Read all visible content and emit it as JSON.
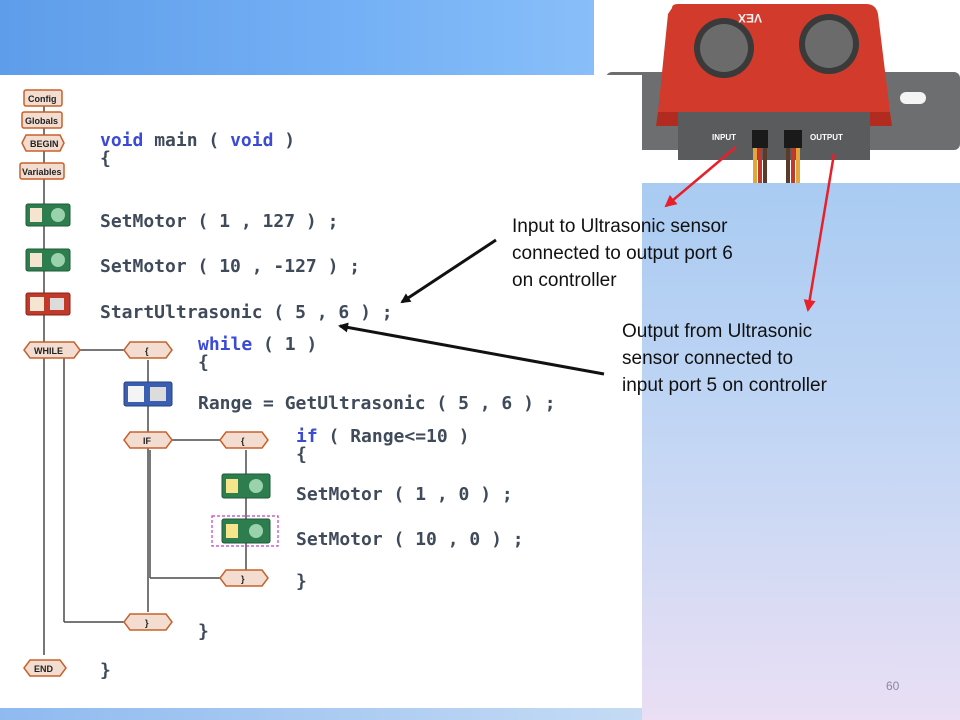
{
  "code": {
    "lines": [
      {
        "kw": "void",
        "text": " main ( ",
        "kw2": "void",
        "tail": " )"
      },
      {
        "text": "{"
      },
      {
        "text": "SetMotor ( 1 , 127 ) ;"
      },
      {
        "text": "SetMotor ( 10 , -127 ) ;"
      },
      {
        "text": "StartUltrasonic ( 5 , 6 ) ;"
      },
      {
        "kw": "while",
        "text": " ( 1 )"
      },
      {
        "text": "{"
      },
      {
        "text": "Range = GetUltrasonic ( 5 , 6 ) ;"
      },
      {
        "kw": "if",
        "text": " ( Range<=10 )"
      },
      {
        "text": "{"
      },
      {
        "text": "SetMotor ( 1 , 0 ) ;"
      },
      {
        "text": "SetMotor ( 10 , 0 ) ;"
      },
      {
        "text": "}"
      },
      {
        "text": "}"
      },
      {
        "text": "}"
      }
    ]
  },
  "flowchart": {
    "blocks": [
      "Config",
      "Globals",
      "BEGIN",
      "Variables",
      "WHILE",
      "{",
      "IF",
      "{",
      "}",
      "}",
      "END"
    ]
  },
  "sensor": {
    "brand": "VEX",
    "input_label": "INPUT",
    "output_label": "OUTPUT"
  },
  "callouts": {
    "input": [
      "Input to Ultrasonic sensor",
      "connected to output port 6",
      "on controller"
    ],
    "output": [
      "Output from Ultrasonic",
      "sensor connected to",
      "input port 5 on controller"
    ]
  },
  "page_number": "60",
  "colors": {
    "arrow_black": "#111111",
    "arrow_red": "#e8202a",
    "code_keyword": "#3b4bd6",
    "code_text": "#3f4a5a",
    "sensor_body": "#d23a2c"
  }
}
